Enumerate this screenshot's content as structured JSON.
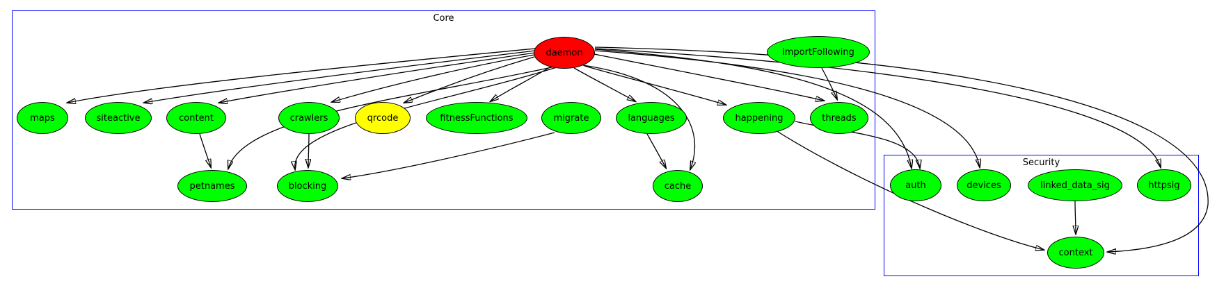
{
  "diagram": {
    "type": "directed-graph",
    "clusters": [
      {
        "id": "core",
        "label": "Core"
      },
      {
        "id": "security",
        "label": "Security"
      }
    ],
    "nodes": [
      {
        "id": "daemon",
        "label": "daemon",
        "color": "#ff0000",
        "cluster": "core"
      },
      {
        "id": "importFollowing",
        "label": "importFollowing",
        "color": "#00ff00",
        "cluster": "core"
      },
      {
        "id": "maps",
        "label": "maps",
        "color": "#00ff00",
        "cluster": "core"
      },
      {
        "id": "siteactive",
        "label": "siteactive",
        "color": "#00ff00",
        "cluster": "core"
      },
      {
        "id": "content",
        "label": "content",
        "color": "#00ff00",
        "cluster": "core"
      },
      {
        "id": "crawlers",
        "label": "crawlers",
        "color": "#00ff00",
        "cluster": "core"
      },
      {
        "id": "qrcode",
        "label": "qrcode",
        "color": "#ffff00",
        "cluster": "core"
      },
      {
        "id": "fitnessFunctions",
        "label": "fitnessFunctions",
        "color": "#00ff00",
        "cluster": "core"
      },
      {
        "id": "migrate",
        "label": "migrate",
        "color": "#00ff00",
        "cluster": "core"
      },
      {
        "id": "languages",
        "label": "languages",
        "color": "#00ff00",
        "cluster": "core"
      },
      {
        "id": "happening",
        "label": "happening",
        "color": "#00ff00",
        "cluster": "core"
      },
      {
        "id": "threads",
        "label": "threads",
        "color": "#00ff00",
        "cluster": "core"
      },
      {
        "id": "petnames",
        "label": "petnames",
        "color": "#00ff00",
        "cluster": "core"
      },
      {
        "id": "blocking",
        "label": "blocking",
        "color": "#00ff00",
        "cluster": "core"
      },
      {
        "id": "cache",
        "label": "cache",
        "color": "#00ff00",
        "cluster": "core"
      },
      {
        "id": "auth",
        "label": "auth",
        "color": "#00ff00",
        "cluster": "security"
      },
      {
        "id": "devices",
        "label": "devices",
        "color": "#00ff00",
        "cluster": "security"
      },
      {
        "id": "linked_data_sig",
        "label": "linked_data_sig",
        "color": "#00ff00",
        "cluster": "security"
      },
      {
        "id": "httpsig",
        "label": "httpsig",
        "color": "#00ff00",
        "cluster": "security"
      },
      {
        "id": "context",
        "label": "context",
        "color": "#00ff00",
        "cluster": "security"
      }
    ],
    "edges": [
      {
        "from": "daemon",
        "to": "maps"
      },
      {
        "from": "daemon",
        "to": "siteactive"
      },
      {
        "from": "daemon",
        "to": "content"
      },
      {
        "from": "daemon",
        "to": "crawlers"
      },
      {
        "from": "daemon",
        "to": "qrcode"
      },
      {
        "from": "daemon",
        "to": "fitnessFunctions"
      },
      {
        "from": "daemon",
        "to": "languages"
      },
      {
        "from": "daemon",
        "to": "happening"
      },
      {
        "from": "daemon",
        "to": "threads"
      },
      {
        "from": "daemon",
        "to": "petnames"
      },
      {
        "from": "daemon",
        "to": "blocking"
      },
      {
        "from": "daemon",
        "to": "cache"
      },
      {
        "from": "daemon",
        "to": "auth"
      },
      {
        "from": "daemon",
        "to": "devices"
      },
      {
        "from": "daemon",
        "to": "httpsig"
      },
      {
        "from": "daemon",
        "to": "context"
      },
      {
        "from": "importFollowing",
        "to": "threads"
      },
      {
        "from": "content",
        "to": "petnames"
      },
      {
        "from": "crawlers",
        "to": "blocking"
      },
      {
        "from": "migrate",
        "to": "blocking"
      },
      {
        "from": "languages",
        "to": "cache"
      },
      {
        "from": "happening",
        "to": "auth"
      },
      {
        "from": "happening",
        "to": "context"
      },
      {
        "from": "linked_data_sig",
        "to": "context"
      }
    ],
    "colors": {
      "node_green": "#00ff00",
      "node_red": "#ff0000",
      "node_yellow": "#ffff00",
      "node_border": "#000000",
      "cluster_border": "#0000ff",
      "edge": "#000000",
      "background": "#ffffff",
      "text": "#000000"
    }
  }
}
